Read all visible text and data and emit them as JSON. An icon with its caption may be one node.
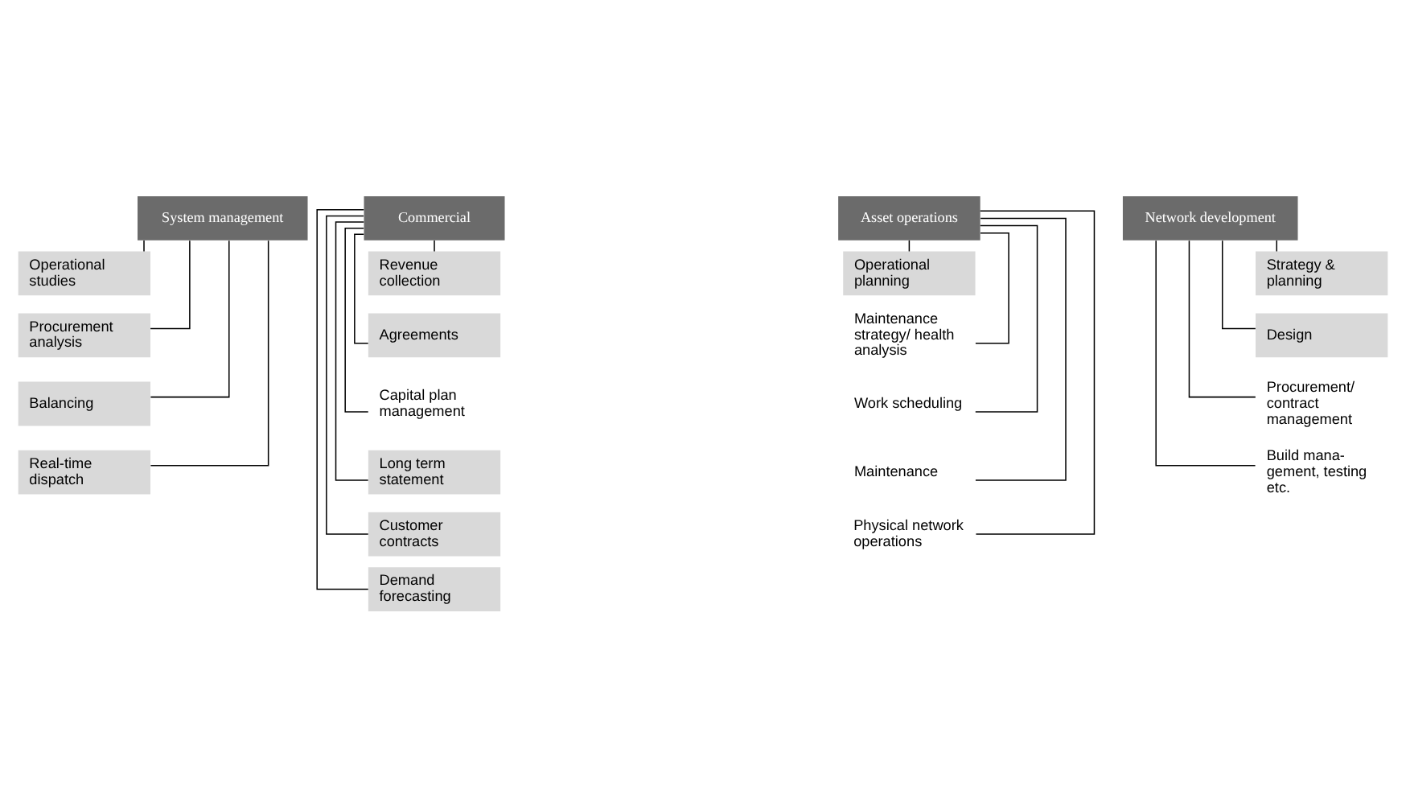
{
  "diagram": {
    "nodes": [
      {
        "text": [
          "System management"
        ]
      },
      {
        "text": [
          "Operational studies"
        ]
      },
      {
        "text": [
          "Procurement analysis"
        ]
      },
      {
        "text": [
          "Balancing"
        ]
      },
      {
        "text": [
          "Real-time dispatch"
        ]
      },
      {
        "text": [
          "Commercial"
        ]
      },
      {
        "text": [
          "Revenue collection"
        ]
      },
      {
        "text": [
          "Agreements"
        ]
      },
      {
        "text": [
          "Capital plan management"
        ]
      },
      {
        "text": [
          "Long term statement"
        ]
      },
      {
        "text": [
          "Customer contracts"
        ]
      },
      {
        "text": [
          "Demand forecasting"
        ]
      },
      {
        "text": [
          "Asset operations"
        ]
      },
      {
        "text": [
          "Operational planning"
        ]
      },
      {
        "text": [
          "Maintenance strategy/ health analysis"
        ]
      },
      {
        "text": [
          "Work scheduling"
        ]
      },
      {
        "text": [
          "Maintenance"
        ]
      },
      {
        "text": [
          "Physical network operations"
        ]
      },
      {
        "text": [
          "Network development"
        ]
      },
      {
        "text": [
          "Strategy & planning"
        ]
      },
      {
        "text": [
          "Design"
        ]
      },
      {
        "text": [
          "Procurement/ contract management"
        ]
      },
      {
        "text": [
          "Build mana- gement, testing etc."
        ]
      }
    ],
    "edges": [
      {
        "from": 0,
        "to": 1,
        "arrow": "none"
      },
      {
        "from": 0,
        "to": 2,
        "arrow": "none"
      },
      {
        "from": 0,
        "to": 3,
        "arrow": "none"
      },
      {
        "from": 0,
        "to": 4,
        "arrow": "none"
      },
      {
        "from": 5,
        "to": 6,
        "arrow": "none"
      },
      {
        "from": 5,
        "to": 7,
        "arrow": "none"
      },
      {
        "from": 5,
        "to": 8,
        "arrow": "none"
      },
      {
        "from": 5,
        "to": 9,
        "arrow": "none"
      },
      {
        "from": 5,
        "to": 10,
        "arrow": "none"
      },
      {
        "from": 5,
        "to": 11,
        "arrow": "none"
      },
      {
        "from": 12,
        "to": 13,
        "arrow": "none"
      },
      {
        "from": 12,
        "to": 14,
        "arrow": "none"
      },
      {
        "from": 12,
        "to": 15,
        "arrow": "none"
      },
      {
        "from": 12,
        "to": 16,
        "arrow": "none"
      },
      {
        "from": 12,
        "to": 17,
        "arrow": "none"
      },
      {
        "from": 18,
        "to": 19,
        "arrow": "none"
      },
      {
        "from": 18,
        "to": 20,
        "arrow": "none"
      },
      {
        "from": 18,
        "to": 21,
        "arrow": "none"
      },
      {
        "from": 18,
        "to": 22,
        "arrow": "none"
      }
    ]
  }
}
